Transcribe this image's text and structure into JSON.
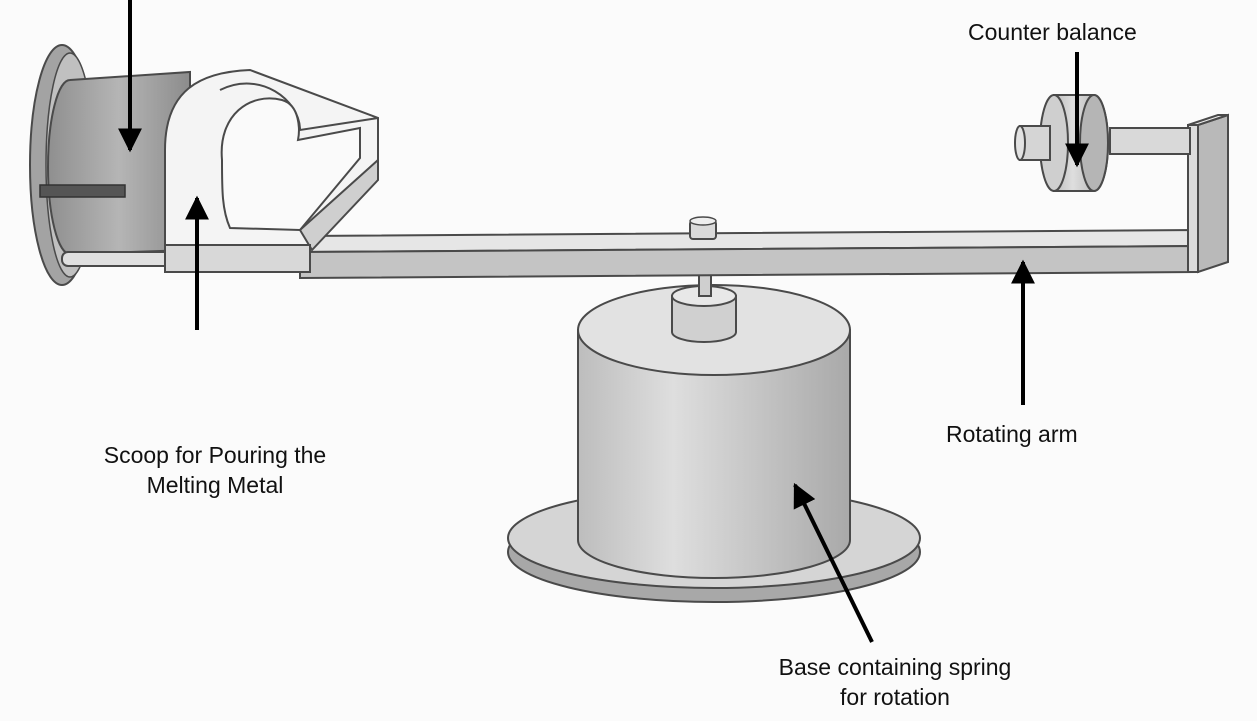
{
  "diagram": {
    "colors": {
      "background": "#fbfbfb",
      "metal_light": "#e3e3e3",
      "metal_mid": "#c9c9c9",
      "metal_dark": "#9a9a9a",
      "outline": "#4a4a4a",
      "arrow": "#000000"
    },
    "labels": {
      "counter_balance": "Counter balance",
      "rotating_arm": "Rotating arm",
      "scoop_line1": "Scoop for Pouring the",
      "scoop_line2": "Melting Metal",
      "base_line1": "Base containing spring",
      "base_line2": "for rotation"
    }
  }
}
